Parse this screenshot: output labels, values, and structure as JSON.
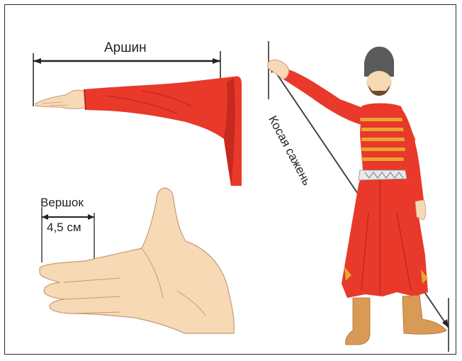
{
  "labels": {
    "arshin": "Аршин",
    "vershok": "Вершок",
    "vershok_value": "4,5 см",
    "kosaya_sazhen": "Косая сажень"
  },
  "colors": {
    "sleeve_red": "#e8392b",
    "sleeve_dark": "#b9241a",
    "skin": "#f7d9b5",
    "skin_line": "#c79a74",
    "gold": "#e8a630",
    "boots": "#d99a55",
    "hat": "#5a5a5a",
    "measure_line": "#222222"
  }
}
